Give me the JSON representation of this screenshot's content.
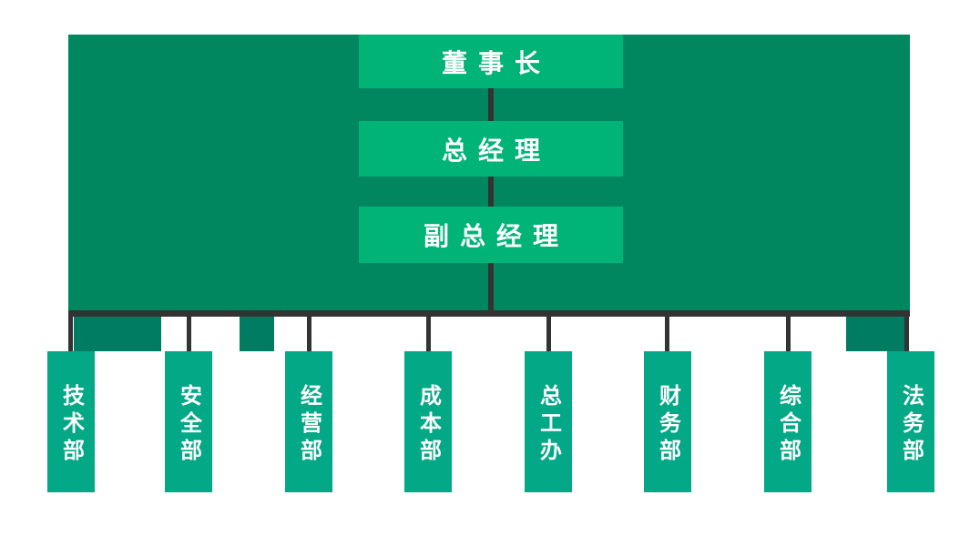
{
  "colors": {
    "background": "#ffffff",
    "panel": "#008760",
    "top_box": "#00b377",
    "dept_box": "#03a886",
    "hanging_block": "#007c62",
    "connector": "#333333",
    "text": "#ffffff"
  },
  "org": {
    "top_levels": [
      {
        "label": "董事长"
      },
      {
        "label": "总经理"
      },
      {
        "label": "副总经理"
      }
    ],
    "departments": [
      {
        "label": "技术部"
      },
      {
        "label": "安全部"
      },
      {
        "label": "经营部"
      },
      {
        "label": "成本部"
      },
      {
        "label": "总工办"
      },
      {
        "label": "财务部"
      },
      {
        "label": "综合部"
      },
      {
        "label": "法务部"
      }
    ]
  }
}
